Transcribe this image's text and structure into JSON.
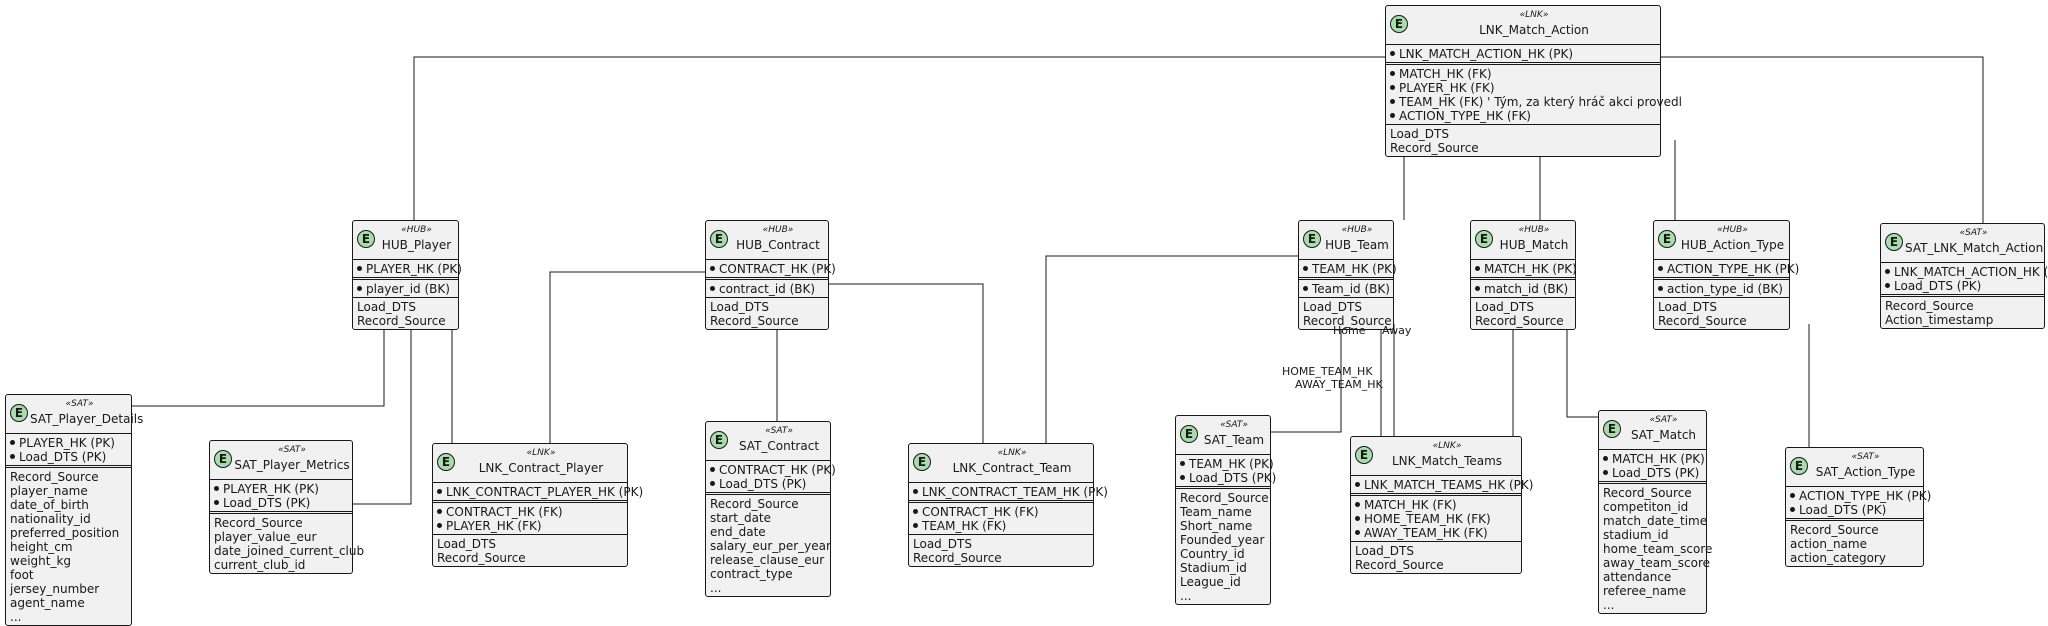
{
  "entities": {
    "lnk_match_action": {
      "stereotype": "«LNK»",
      "name": "LNK_Match_Action",
      "key": [
        "LNK_MATCH_ACTION_HK (PK)"
      ],
      "fk": [
        "MATCH_HK (FK)",
        "PLAYER_HK (FK)",
        "TEAM_HK (FK) ' Tým, za který hráč akci provedl",
        "ACTION_TYPE_HK (FK)"
      ],
      "meta": [
        "Load_DTS",
        "Record_Source"
      ]
    },
    "hub_player": {
      "stereotype": "«HUB»",
      "name": "HUB_Player",
      "key": [
        "PLAYER_HK (PK)"
      ],
      "bk": [
        "player_id (BK)"
      ],
      "meta": [
        "Load_DTS",
        "Record_Source"
      ]
    },
    "hub_contract": {
      "stereotype": "«HUB»",
      "name": "HUB_Contract",
      "key": [
        "CONTRACT_HK (PK)"
      ],
      "bk": [
        "contract_id (BK)"
      ],
      "meta": [
        "Load_DTS",
        "Record_Source"
      ]
    },
    "hub_team": {
      "stereotype": "«HUB»",
      "name": "HUB_Team",
      "key": [
        "TEAM_HK (PK)"
      ],
      "bk": [
        "Team_id (BK)"
      ],
      "meta": [
        "Load_DTS",
        "Record_Source"
      ]
    },
    "hub_match": {
      "stereotype": "«HUB»",
      "name": "HUB_Match",
      "key": [
        "MATCH_HK (PK)"
      ],
      "bk": [
        "match_id (BK)"
      ],
      "meta": [
        "Load_DTS",
        "Record_Source"
      ]
    },
    "hub_action_type": {
      "stereotype": "«HUB»",
      "name": "HUB_Action_Type",
      "key": [
        "ACTION_TYPE_HK (PK)"
      ],
      "bk": [
        "action_type_id (BK)"
      ],
      "meta": [
        "Load_DTS",
        "Record_Source"
      ]
    },
    "sat_lnk_match_action": {
      "stereotype": "«SAT»",
      "name": "SAT_LNK_Match_Action",
      "key": [
        "LNK_MATCH_ACTION_HK (PK)",
        "Load_DTS (PK)"
      ],
      "attrs": [
        "Record_Source",
        "Action_timestamp"
      ]
    },
    "sat_player_details": {
      "stereotype": "«SAT»",
      "name": "SAT_Player_Details",
      "key": [
        "PLAYER_HK (PK)",
        "Load_DTS (PK)"
      ],
      "attrs": [
        "Record_Source",
        "player_name",
        "date_of_birth",
        "nationality_id",
        "preferred_position",
        "height_cm",
        "weight_kg",
        "foot",
        "jersey_number",
        "agent_name",
        "..."
      ]
    },
    "sat_player_metrics": {
      "stereotype": "«SAT»",
      "name": "SAT_Player_Metrics",
      "key": [
        "PLAYER_HK (PK)",
        "Load_DTS (PK)"
      ],
      "attrs": [
        "Record_Source",
        "player_value_eur",
        "date_joined_current_club",
        "current_club_id"
      ]
    },
    "lnk_contract_player": {
      "stereotype": "«LNK»",
      "name": "LNK_Contract_Player",
      "key": [
        "LNK_CONTRACT_PLAYER_HK (PK)"
      ],
      "fk": [
        "CONTRACT_HK (FK)",
        "PLAYER_HK (FK)"
      ],
      "meta": [
        "Load_DTS",
        "Record_Source"
      ]
    },
    "sat_contract": {
      "stereotype": "«SAT»",
      "name": "SAT_Contract",
      "key": [
        "CONTRACT_HK (PK)",
        "Load_DTS (PK)"
      ],
      "attrs": [
        "Record_Source",
        "start_date",
        "end_date",
        "salary_eur_per_year",
        "release_clause_eur",
        "contract_type",
        "..."
      ]
    },
    "lnk_contract_team": {
      "stereotype": "«LNK»",
      "name": "LNK_Contract_Team",
      "key": [
        "LNK_CONTRACT_TEAM_HK (PK)"
      ],
      "fk": [
        "CONTRACT_HK (FK)",
        "TEAM_HK (FK)"
      ],
      "meta": [
        "Load_DTS",
        "Record_Source"
      ]
    },
    "sat_team": {
      "stereotype": "«SAT»",
      "name": "SAT_Team",
      "key": [
        "TEAM_HK (PK)",
        "Load_DTS (PK)"
      ],
      "attrs": [
        "Record_Source",
        "Team_name",
        "Short_name",
        "Founded_year",
        "Country_id",
        "Stadium_id",
        "League_id",
        "..."
      ]
    },
    "lnk_match_teams": {
      "stereotype": "«LNK»",
      "name": "LNK_Match_Teams",
      "key": [
        "LNK_MATCH_TEAMS_HK (PK)"
      ],
      "fk": [
        "MATCH_HK (FK)",
        "HOME_TEAM_HK (FK)",
        "AWAY_TEAM_HK (FK)"
      ],
      "meta": [
        "Load_DTS",
        "Record_Source"
      ]
    },
    "sat_match": {
      "stereotype": "«SAT»",
      "name": "SAT_Match",
      "key": [
        "MATCH_HK (PK)",
        "Load_DTS (PK)"
      ],
      "attrs": [
        "Record_Source",
        "competiton_id",
        "match_date_time",
        "stadium_id",
        "home_team_score",
        "away_team_score",
        "attendance",
        "referee_name",
        "..."
      ]
    },
    "sat_action_type": {
      "stereotype": "«SAT»",
      "name": "SAT_Action_Type",
      "key": [
        "ACTION_TYPE_HK (PK)",
        "Load_DTS (PK)"
      ],
      "attrs": [
        "Record_Source",
        "action_name",
        "action_category"
      ]
    }
  },
  "edge_labels": {
    "home": "Home",
    "away": "Away",
    "home_team_hk": "HOME_TEAM_HK",
    "away_team_hk": "AWAY_TEAM_HK"
  }
}
